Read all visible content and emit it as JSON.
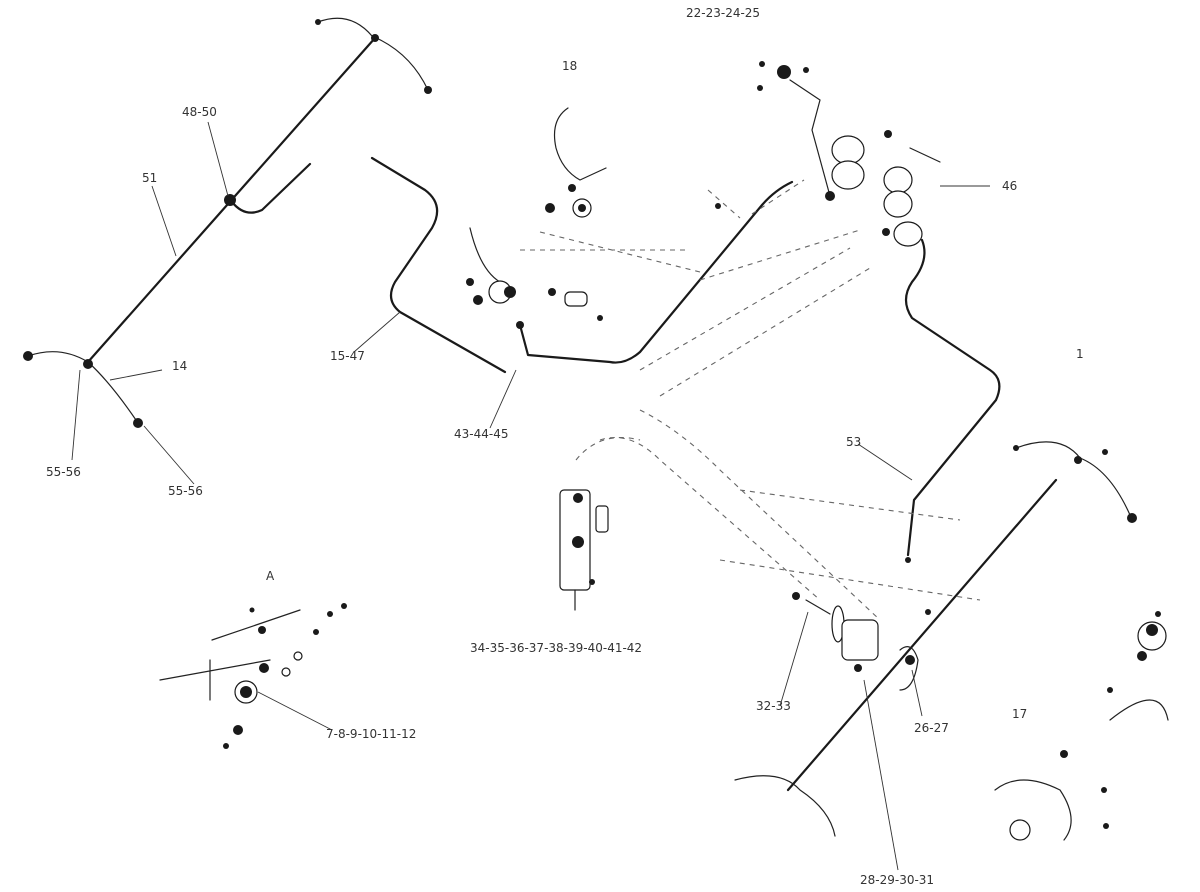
{
  "diagram": {
    "labels": {
      "l18": "18",
      "l23_24_25": "22-23-24-25",
      "l46": "46",
      "l48_50": "48-50",
      "l51": "51",
      "l14": "14",
      "l_left_bottom_a": "55-56",
      "l55_56": "55-56",
      "l_pipe_mid": "15-47",
      "l43_44_45": "43-44-45",
      "l1": "1",
      "l53": "53",
      "l34_42": "34-35-36-37-38-39-40-41-42",
      "lA": "A",
      "l7_12": "7-8-9-10-11-12",
      "l32_33": "32-33",
      "l26_27": "26-27",
      "l17": "17",
      "l28_31": "28-29-30-31"
    }
  }
}
